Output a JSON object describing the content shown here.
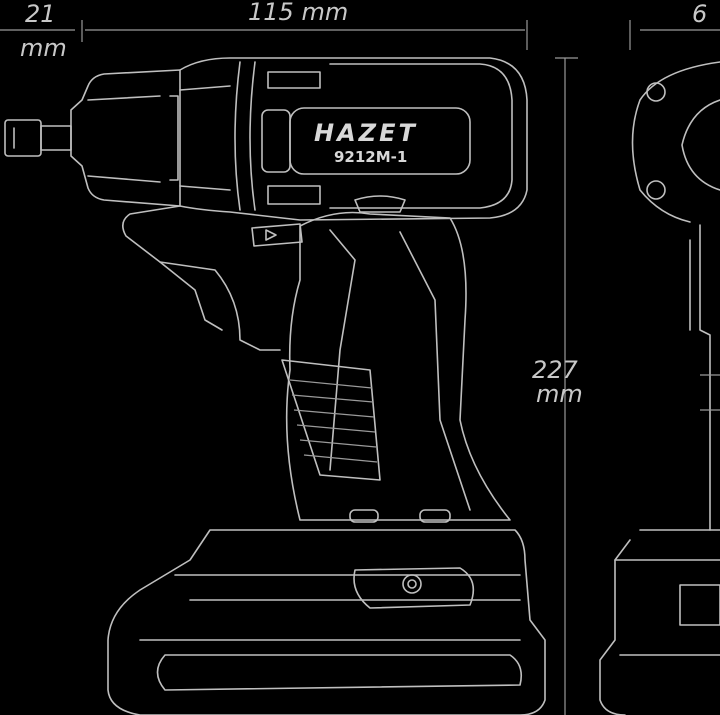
{
  "dimensions": {
    "nose_length_value": "21",
    "nose_length_unit": "mm",
    "body_length": "115 mm",
    "height_value": "227",
    "height_unit": "mm",
    "width_partial": "6"
  },
  "product": {
    "brand": "HAZET",
    "model": "9212M-1"
  },
  "colors": {
    "background": "#000000",
    "line": "#bfbfbf"
  }
}
